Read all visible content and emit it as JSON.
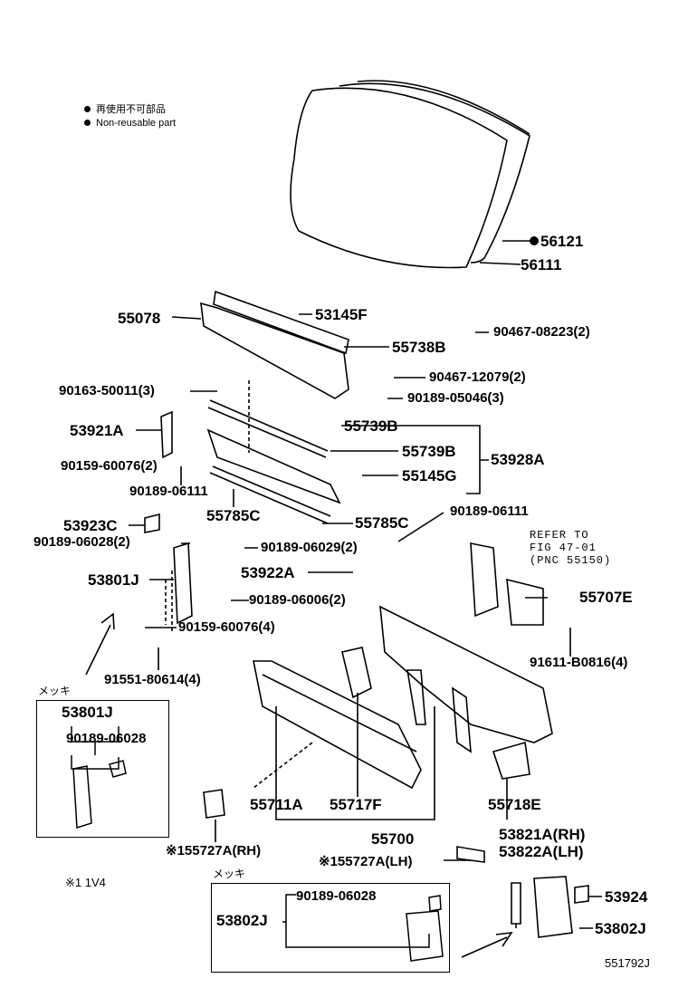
{
  "legend": {
    "item1": "再使用不可部品",
    "item2": "Non-reusable part"
  },
  "labels": {
    "p56121": "56121",
    "p56111": "56111",
    "p55078": "55078",
    "p53145F": "53145F",
    "p55738B": "55738B",
    "p90467_08223": "90467-08223(2)",
    "p90163": "90163-50011(3)",
    "p90467_12079": "90467-12079(2)",
    "p90189_05046": "90189-05046(3)",
    "p53921A": "53921A",
    "p55739B_1": "55739B",
    "p55739B_2": "55739B",
    "p53928A": "53928A",
    "p90159_60076_2": "90159-60076(2)",
    "p55145G": "55145G",
    "p90189_06111_a": "90189-06111",
    "p55785C_1": "55785C",
    "p55785C_2": "55785C",
    "p90189_06111_b": "90189-06111",
    "p53923C": "53923C",
    "p90189_06028_2": "90189-06028(2)",
    "p90189_06029": "90189-06029(2)",
    "refer1": "REFER TO",
    "refer2": "FIG 47-01",
    "refer3": "(PNC 55150)",
    "p53801J": "53801J",
    "p53922A": "53922A",
    "p55707E": "55707E",
    "p90189_06006": "90189-06006(2)",
    "p90159_60076_4": "90159-60076(4)",
    "p91611": "91611-B0816(4)",
    "p91551": "91551-80614(4)",
    "mekki1": "メッキ",
    "box1_53801J": "53801J",
    "box1_90189": "90189-06028",
    "p55711A": "55711A",
    "p55717F": "55717F",
    "p55718E": "55718E",
    "p55700": "55700",
    "p55727A_RH": "※155727A(RH)",
    "p53821A": "53821A(RH)",
    "p53822A": "53822A(LH)",
    "p55727A_LH": "※155727A(LH)",
    "note1": "※1  1V4",
    "mekki2": "メッキ",
    "box2_90189": "90189-06028",
    "box2_53802J": "53802J",
    "p53924": "53924",
    "p53802J": "53802J",
    "diagram_id": "551792J"
  }
}
